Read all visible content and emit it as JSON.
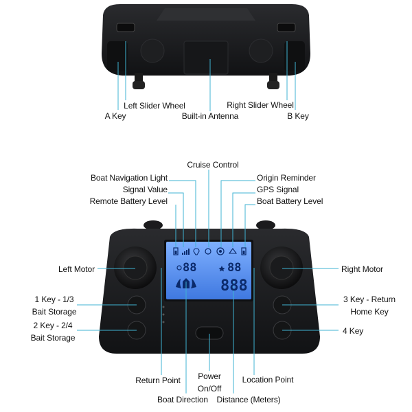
{
  "top_view": {
    "labels": {
      "a_key": "A Key",
      "left_slider_wheel": "Left Slider Wheel",
      "built_in_antenna": "Built-in Antenna",
      "right_slider_wheel": "Right Slider Wheel",
      "b_key": "B Key"
    }
  },
  "front_view": {
    "top_labels": {
      "cruise_control": "Cruise Control",
      "boat_navigation_light": "Boat Navigation Light",
      "signal_value": "Signal Value",
      "remote_battery_level": "Remote Battery Level",
      "origin_reminder": "Origin Reminder",
      "gps_signal": "GPS Signal",
      "boat_battery_level": "Boat Battery Level"
    },
    "side_labels": {
      "left_motor": "Left Motor",
      "key1_line1": "1 Key - 1/3",
      "key1_line2": "Bait Storage",
      "key2_line1": "2 Key - 2/4",
      "key2_line2": "Bait Storage",
      "right_motor": "Right Motor",
      "key3_line1": "3 Key - Return",
      "key3_line2": "Home Key",
      "key4": "4 Key"
    },
    "bottom_labels": {
      "return_point": "Return Point",
      "boat_direction": "Boat Direction",
      "power_line1": "Power",
      "power_line2": "On/Off",
      "distance": "Distance (Meters)",
      "location_point": "Location Point"
    },
    "lcd": {
      "left_digits": "88",
      "right_digits": "88",
      "distance_digits": "888"
    }
  },
  "colors": {
    "leader_line": "#3fb3d3",
    "body": "#1b1c1e",
    "lcd_bg": "#4a86e8",
    "lcd_glow": "#9cc3ff"
  }
}
